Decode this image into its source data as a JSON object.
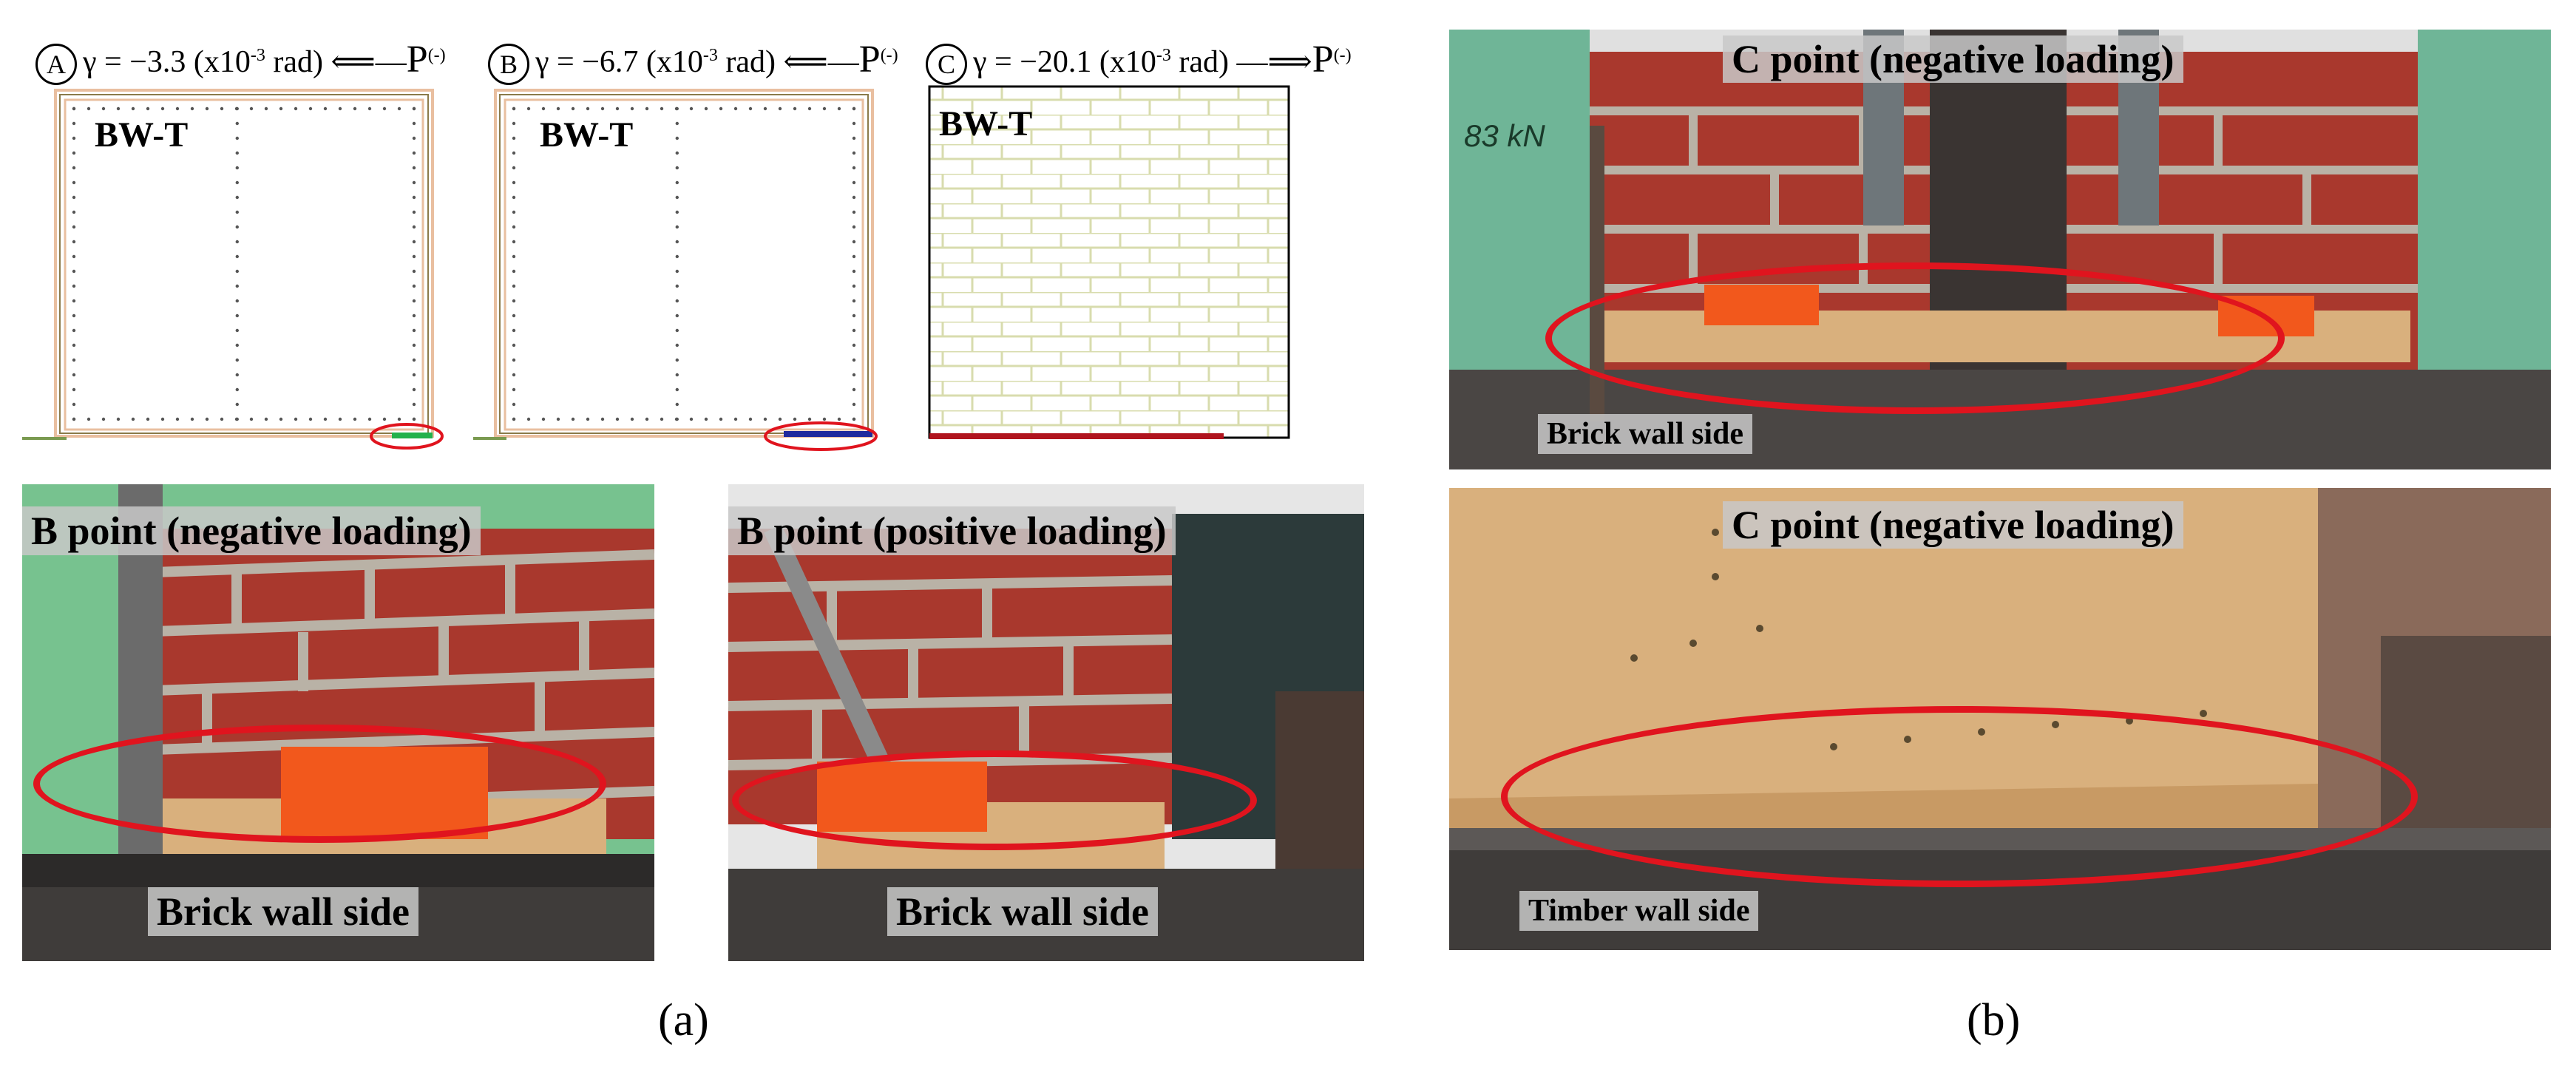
{
  "panel_a": {
    "diagrams": [
      {
        "marker": "A",
        "gamma_text": "γ = −3.3 (x10",
        "exp": "-3",
        "unit_text": " rad)",
        "arrow": "⟸—",
        "P": "P",
        "P_sup": "(-)",
        "wall_label": "BW-T"
      },
      {
        "marker": "B",
        "gamma_text": "γ = −6.7 (x10",
        "exp": "-3",
        "unit_text": " rad)",
        "arrow": "⟸—",
        "P": "P",
        "P_sup": "(-)",
        "wall_label": "BW-T"
      },
      {
        "marker": "C",
        "gamma_text": "γ = −20.1 (x10",
        "exp": "-3",
        "unit_text": " rad)",
        "arrow": "—⟹",
        "P": "P",
        "P_sup": "(-)",
        "wall_label": "BW-T"
      }
    ],
    "photos": [
      {
        "title": "B point (negative loading)",
        "footer": "Brick wall side"
      },
      {
        "title": "B point (positive loading)",
        "footer": "Brick wall side"
      }
    ],
    "caption": "(a)"
  },
  "panel_b": {
    "photos": [
      {
        "title": "C point (negative loading)",
        "footer": "Brick wall side",
        "gauge": "83 kN"
      },
      {
        "title": "C point (negative loading)",
        "footer": "Timber wall side"
      }
    ],
    "caption": "(b)"
  },
  "colors": {
    "ellipse": "#e0141e",
    "brick": "#a9382d",
    "mortar": "#b9b2a6",
    "timber": "#d9b07d",
    "sensor": "#f2581c",
    "steel": "#3f3c3a",
    "green_frame": "#6fb597"
  }
}
